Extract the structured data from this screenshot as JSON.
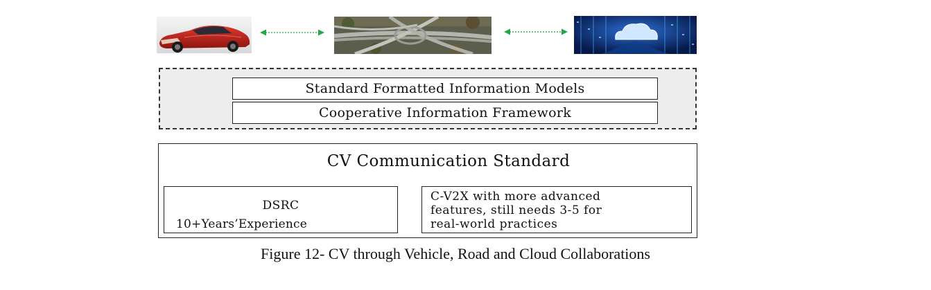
{
  "figure": {
    "caption": "Figure 12- CV through Vehicle, Road and Cloud Collaborations"
  },
  "images": {
    "vehicle": "red-sports-car-photo",
    "road": "highway-interchange-photo",
    "cloud": "cloud-server-room-photo"
  },
  "colors": {
    "arrow": "#22a84a",
    "info_layer_bg": "#ededed",
    "car_red": "#c4201a"
  },
  "info_layer": {
    "boxes": [
      "Standard Formatted Information Models",
      "Cooperative Information Framework"
    ]
  },
  "communication_layer": {
    "title": "CV Communication Standard",
    "dsrc": {
      "title": "DSRC",
      "experience": "10+Years’Experience"
    },
    "cv2x": {
      "lines": [
        "C-V2X with more advanced",
        "features, still needs 3-5 for",
        "real-world practices"
      ]
    }
  }
}
